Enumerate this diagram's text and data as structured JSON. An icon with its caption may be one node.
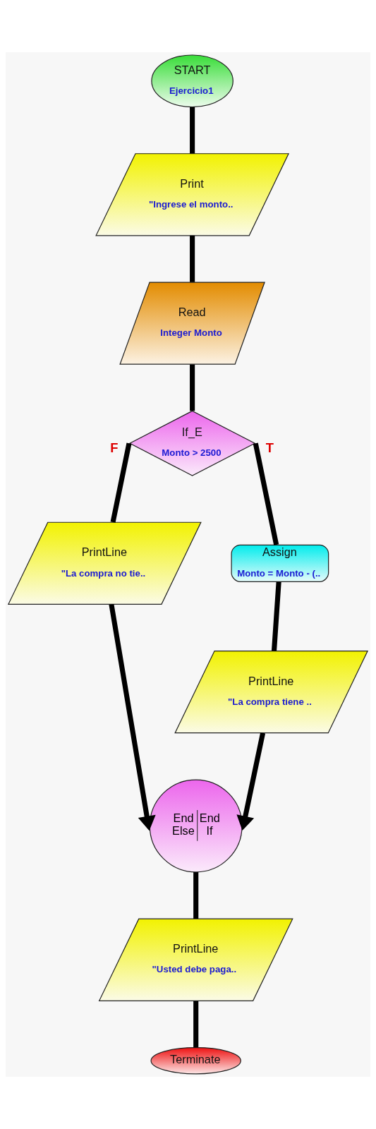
{
  "diagram": {
    "nodes": [
      {
        "text": [
          "START",
          "Ejercicio1"
        ]
      },
      {
        "text": [
          "Print",
          "\"Ingrese el monto.."
        ]
      },
      {
        "text": [
          "Read",
          "Integer Monto"
        ]
      },
      {
        "text": [
          "If_E",
          "Monto > 2500"
        ]
      },
      {
        "text": [
          "PrintLine",
          "\"La compra no tie.."
        ]
      },
      {
        "text": [
          "Assign",
          "Monto = Monto - (.."
        ]
      },
      {
        "text": [
          "PrintLine",
          "\"La compra tiene .."
        ]
      },
      {
        "text": [
          "End Else",
          "End If"
        ]
      },
      {
        "text": [
          "PrintLine",
          "\"Usted debe paga.."
        ]
      },
      {
        "text": [
          "Terminate"
        ]
      }
    ],
    "edges": [
      {
        "from": 0,
        "to": 1,
        "arrow": "none"
      },
      {
        "from": 1,
        "to": 2,
        "arrow": "none"
      },
      {
        "from": 2,
        "to": 3,
        "arrow": "none"
      },
      {
        "from": 3,
        "to": 4,
        "arrow": "none",
        "label": "F"
      },
      {
        "from": 3,
        "to": 5,
        "arrow": "none",
        "label": "T"
      },
      {
        "from": 4,
        "to": 7,
        "arrow": "to"
      },
      {
        "from": 5,
        "to": 6,
        "arrow": "none"
      },
      {
        "from": 6,
        "to": 7,
        "arrow": "to"
      },
      {
        "from": 7,
        "to": 8,
        "arrow": "none"
      },
      {
        "from": 8,
        "to": 9,
        "arrow": "none"
      }
    ]
  }
}
